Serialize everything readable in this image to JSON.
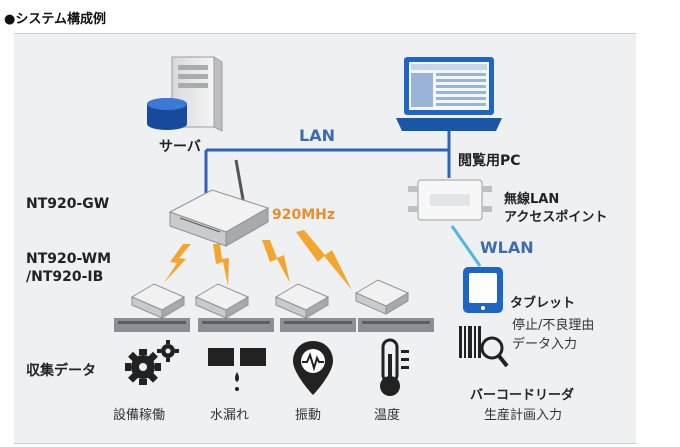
{
  "heading": "●システム構成例",
  "network": {
    "lan": "LAN",
    "wlan": "WLAN",
    "frequency": "920MHz"
  },
  "devices": {
    "server": "サーバ",
    "pc": "閲覧用PC",
    "ap_line1": "無線LAN",
    "ap_line2": "アクセスポイント",
    "gateway": "NT920-GW",
    "node_line1": "NT920-WM",
    "node_line2": "/NT920-IB",
    "tablet": "タブレット",
    "tablet_desc1": "停止/不良理由",
    "tablet_desc2": "データ入力",
    "barcode": "バーコードリーダ",
    "barcode_desc": "生産計画入力"
  },
  "collected": {
    "title": "収集データ",
    "items": [
      "設備稼働",
      "水漏れ",
      "振動",
      "温度"
    ]
  },
  "colors": {
    "lan_line": "#2e63b8",
    "wlan_line": "#4fb8e0",
    "radio_bolt": "#f2a62e",
    "accent_orange": "#e98e2a",
    "label_blue": "#3e6ab0",
    "pc_blue": "#1f66c4",
    "panel": "#eef0f2"
  }
}
